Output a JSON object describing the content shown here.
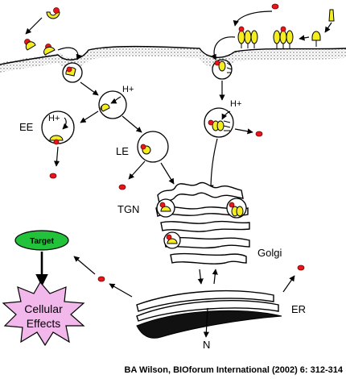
{
  "labels": {
    "ee": "EE",
    "le": "LE",
    "tgn": "TGN",
    "golgi": "Golgi",
    "er": "ER",
    "n": "N",
    "proton_left": "H+",
    "proton_mid": "H+",
    "proton_right": "H+"
  },
  "target_box": {
    "label": "Target",
    "color": "#22c23b"
  },
  "effects_box": {
    "line1": "Cellular",
    "line2": "Effects",
    "color": "#f2b8ec"
  },
  "citation": "BA Wilson, BIOforum International (2002) 6: 312-314",
  "colors": {
    "toxin_red": "#e8151b",
    "toxin_yellow": "#f4ee20"
  }
}
